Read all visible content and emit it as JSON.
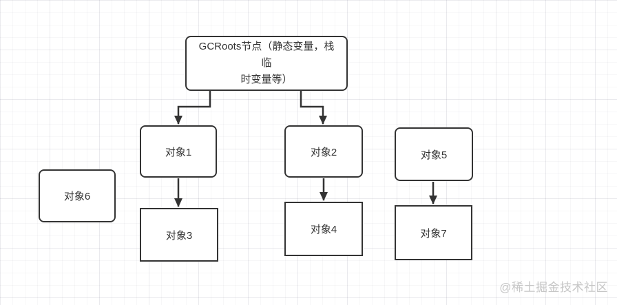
{
  "diagram": {
    "root": {
      "id": "gcroots",
      "label": "GCRoots节点（静态变量，栈临时变量等）",
      "line1": "GCRoots节点（静态变量，栈临",
      "line2": "时变量等）"
    },
    "nodes": [
      {
        "id": "obj1",
        "label": "对象1",
        "shape": "rounded-rect"
      },
      {
        "id": "obj2",
        "label": "对象2",
        "shape": "rounded-rect"
      },
      {
        "id": "obj5",
        "label": "对象5",
        "shape": "rounded-rect"
      },
      {
        "id": "obj6",
        "label": "对象6",
        "shape": "rounded-rect"
      },
      {
        "id": "obj3",
        "label": "对象3",
        "shape": "rect"
      },
      {
        "id": "obj4",
        "label": "对象4",
        "shape": "rect"
      },
      {
        "id": "obj7",
        "label": "对象7",
        "shape": "rect"
      }
    ],
    "edges": [
      {
        "from": "gcroots",
        "to": "obj1"
      },
      {
        "from": "gcroots",
        "to": "obj2"
      },
      {
        "from": "obj1",
        "to": "obj3"
      },
      {
        "from": "obj2",
        "to": "obj4"
      },
      {
        "from": "obj5",
        "to": "obj7"
      }
    ],
    "colors": {
      "stroke": "#333333",
      "node_fill": "#ffffff",
      "text": "#333333",
      "background": "#ffffff",
      "grid_line": "#ebebee",
      "watermark": "#c6c6c6"
    }
  },
  "watermark": {
    "text": "@稀土掘金技术社区"
  }
}
